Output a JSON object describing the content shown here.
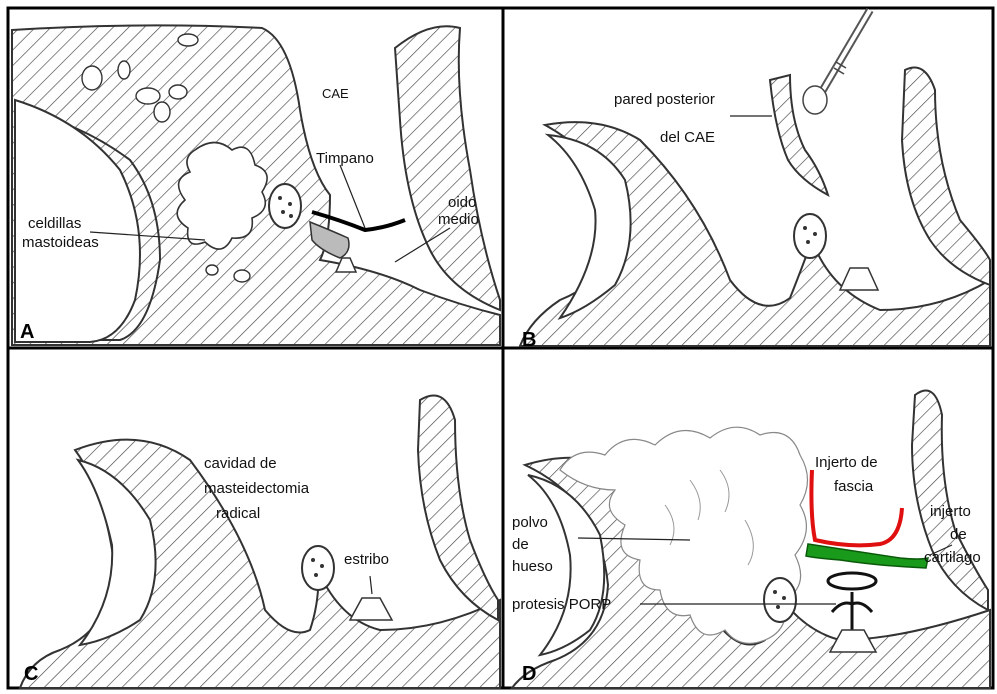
{
  "panels": [
    {
      "letter": "A",
      "labels": {
        "cae": "CAE",
        "timpano": "Timpano",
        "oido_line1": "oido",
        "oido_line2": "medio",
        "celdillas_line1": "celdillas",
        "celdillas_line2": "mastoideas"
      }
    },
    {
      "letter": "B",
      "labels": {
        "pared_line1": "pared posterior",
        "pared_line2": "del CAE"
      }
    },
    {
      "letter": "C",
      "labels": {
        "cavidad_line1": "cavidad de",
        "cavidad_line2": "masteidectomia",
        "cavidad_line3": "radical",
        "estribo": "estribo"
      }
    },
    {
      "letter": "D",
      "labels": {
        "injerto_fascia_line1": "Injerto de",
        "injerto_fascia_line2": "fascia",
        "injerto_cart_line1": "injerto",
        "injerto_cart_line2": "de",
        "injerto_cart_line3": "cartilago",
        "polvo_line1": "polvo",
        "polvo_line2": "de",
        "polvo_line3": "hueso",
        "protesis": "protesis PORP"
      }
    }
  ],
  "colors": {
    "fascia_graft": "#e01010",
    "cartilage_graft": "#1a9a1a",
    "outline": "#333333"
  }
}
